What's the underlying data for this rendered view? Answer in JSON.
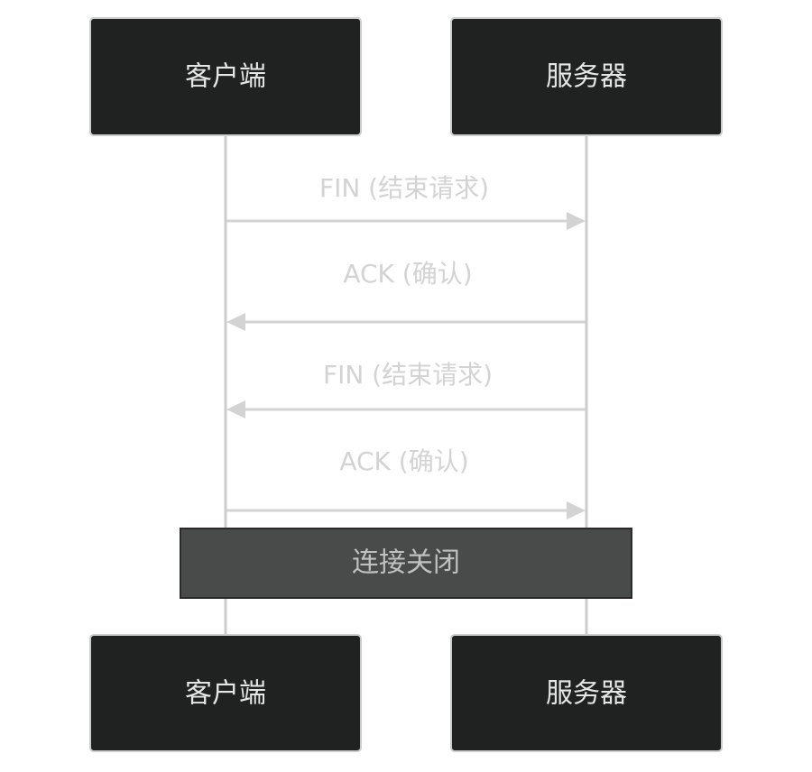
{
  "diagram": {
    "type": "sequence",
    "participants": [
      {
        "id": "client",
        "label": "客户端"
      },
      {
        "id": "server",
        "label": "服务器"
      }
    ],
    "messages": [
      {
        "from": "client",
        "to": "server",
        "label": "FIN (结束请求)"
      },
      {
        "from": "server",
        "to": "client",
        "label": "ACK (确认)"
      },
      {
        "from": "server",
        "to": "client",
        "label": "FIN (结束请求)"
      },
      {
        "from": "client",
        "to": "server",
        "label": "ACK (确认)"
      }
    ],
    "note": {
      "over": [
        "client",
        "server"
      ],
      "label": "连接关闭"
    },
    "colors": {
      "actor_fill": "#202121",
      "actor_border": "#cccccc",
      "actor_text": "#e6e6e6",
      "line": "#cccccc",
      "message_text": "#d3d3d3",
      "note_fill": "#494a4a",
      "note_text": "#c0c0c0"
    }
  }
}
